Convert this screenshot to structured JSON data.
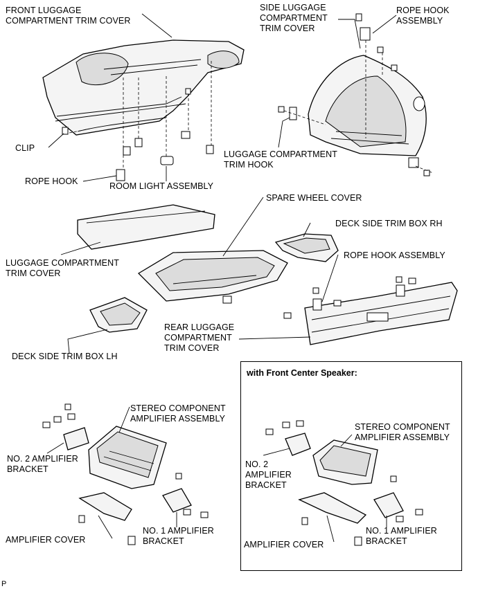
{
  "labels": {
    "front_luggage_trim_cover": "FRONT LUGGAGE\nCOMPARTMENT TRIM COVER",
    "side_luggage_trim_cover": "SIDE LUGGAGE\nCOMPARTMENT\nTRIM COVER",
    "rope_hook_assembly_top": "ROPE HOOK\nASSEMBLY",
    "clip": "CLIP",
    "luggage_trim_hook": "LUGGAGE COMPARTMENT\nTRIM HOOK",
    "rope_hook": "ROPE HOOK",
    "room_light_assembly": "ROOM LIGHT ASSEMBLY",
    "spare_wheel_cover": "SPARE WHEEL COVER",
    "deck_side_trim_box_rh": "DECK SIDE TRIM BOX RH",
    "luggage_trim_cover": "LUGGAGE COMPARTMENT\nTRIM COVER",
    "rope_hook_assembly_mid": "ROPE HOOK ASSEMBLY",
    "rear_luggage_trim_cover": "REAR LUGGAGE\nCOMPARTMENT\nTRIM COVER",
    "deck_side_trim_box_lh": "DECK SIDE TRIM BOX LH",
    "stereo_amp_left": "STEREO COMPONENT\nAMPLIFIER ASSEMBLY",
    "no2_bracket_left": "NO. 2 AMPLIFIER\nBRACKET",
    "amp_cover_left": "AMPLIFIER COVER",
    "no1_bracket_left": "NO. 1 AMPLIFIER\nBRACKET",
    "inset_title": "with Front Center Speaker:",
    "stereo_amp_right": "STEREO COMPONENT\nAMPLIFIER ASSEMBLY",
    "no2_bracket_right": "NO. 2\nAMPLIFIER\nBRACKET",
    "amp_cover_right": "AMPLIFIER COVER",
    "no1_bracket_right": "NO. 1 AMPLIFIER\nBRACKET",
    "figure_code": "P"
  }
}
